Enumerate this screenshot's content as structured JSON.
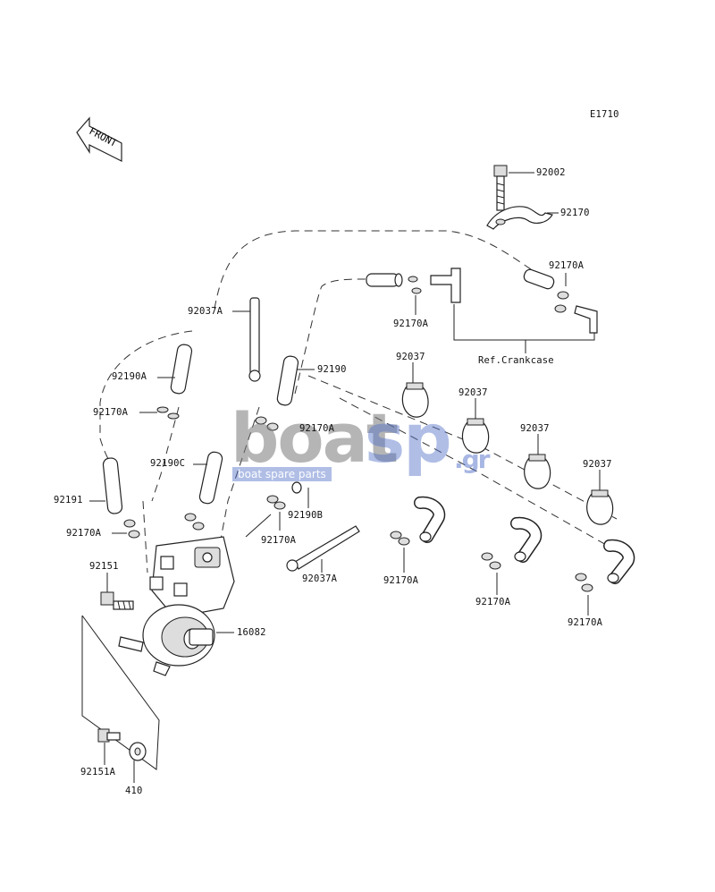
{
  "diagram_code": "E1710",
  "front_label": "FRONT",
  "labels": [
    {
      "id": "92002",
      "text": "92002"
    },
    {
      "id": "92170-top",
      "text": "92170"
    },
    {
      "id": "92170a-r1",
      "text": "92170A"
    },
    {
      "id": "92037a-top",
      "text": "92037A"
    },
    {
      "id": "92170a-c1",
      "text": "92170A"
    },
    {
      "id": "ref-crankcase",
      "text": "Ref.Crankcase"
    },
    {
      "id": "92190a",
      "text": "92190A"
    },
    {
      "id": "92190",
      "text": "92190"
    },
    {
      "id": "92037-1",
      "text": "92037"
    },
    {
      "id": "92037-2",
      "text": "92037"
    },
    {
      "id": "92037-3",
      "text": "92037"
    },
    {
      "id": "92037-4",
      "text": "92037"
    },
    {
      "id": "92170a-l1",
      "text": "92170A"
    },
    {
      "id": "92170a-c2",
      "text": "92170A"
    },
    {
      "id": "92190c",
      "text": "92190C"
    },
    {
      "id": "92191",
      "text": "92191"
    },
    {
      "id": "92190b",
      "text": "92190B"
    },
    {
      "id": "92170a-l2",
      "text": "92170A"
    },
    {
      "id": "92170a-c3",
      "text": "92170A"
    },
    {
      "id": "92151",
      "text": "92151"
    },
    {
      "id": "92037a-bot",
      "text": "92037A"
    },
    {
      "id": "92170a-c4",
      "text": "92170A"
    },
    {
      "id": "92170a-c5",
      "text": "92170A"
    },
    {
      "id": "92170a-r2",
      "text": "92170A"
    },
    {
      "id": "16082",
      "text": "16082"
    },
    {
      "id": "92151a",
      "text": "92151A"
    },
    {
      "id": "410",
      "text": "410"
    }
  ],
  "watermark": {
    "word1": "boat",
    "word2": "sp",
    "suffix": ".gr",
    "tagline": "boat spare parts"
  }
}
